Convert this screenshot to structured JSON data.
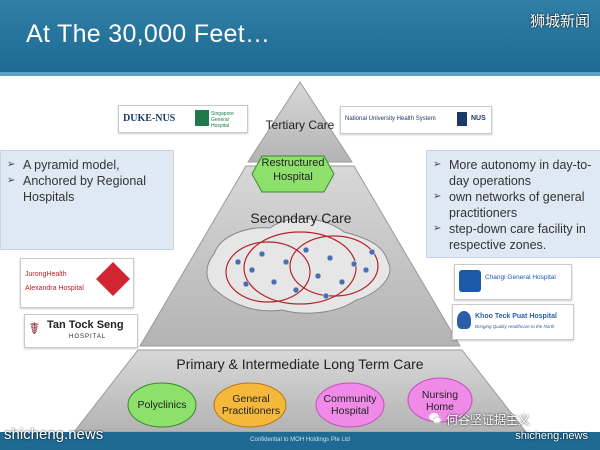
{
  "header": {
    "title": "At The 30,000 Feet…"
  },
  "watermarks": {
    "top_right": "狮城新闻",
    "bottom_left": "shicheng.news",
    "bottom_right": "shicheng.news",
    "wechat": "何谷坚证据主义"
  },
  "pyramid": {
    "tertiary_label": "Tertiary Care",
    "restructured_label": "Restructured Hospital",
    "secondary_label": "Secondary Care",
    "primary_label": "Primary & Intermediate Long Term Care",
    "primary_items": [
      "Polyclinics",
      "General Practitioners",
      "Community Hospital",
      "Nursing Home"
    ]
  },
  "left_panel": {
    "bullets": [
      "A pyramid model,",
      "Anchored by Regional Hospitals"
    ]
  },
  "right_panel": {
    "bullets": [
      "More autonomy in day-to-day operations",
      "own networks of general practitioners",
      "step-down care facility in respective zones."
    ]
  },
  "logos": {
    "duke": "DUKE-NUS",
    "sgh": "Singapore General Hospital",
    "nuhs": "National University Health System",
    "nuhs_short": "NUS",
    "jurong": "JurongHealth",
    "alexandra": "Alexandra Hospital",
    "tts": "Tan Tock Seng",
    "tts_sub": "HOSPITAL",
    "changi": "Changi General Hospital",
    "ktph": "Khoo Teck Puat Hospital",
    "ktph_sub": "Bringing Quality Healthcare to the North"
  },
  "footer": {
    "confidential": "Confidential to MOH Holdings Pte Ltd"
  },
  "colors": {
    "header": "#2f7fa7",
    "green": "#8de06b",
    "orange": "#f5b83a",
    "purple": "#c84fc0",
    "pyramid": "#c7c7c7"
  }
}
